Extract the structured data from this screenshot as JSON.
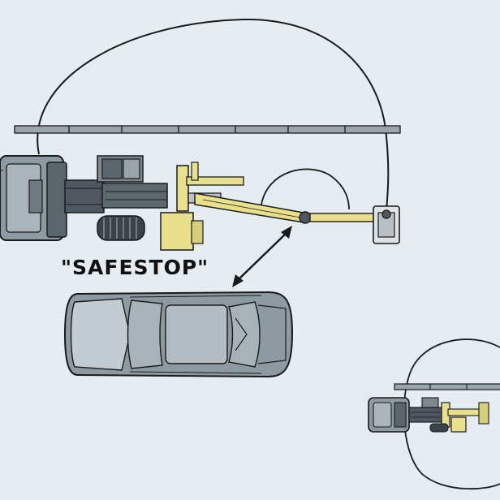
{
  "diagram": {
    "label": "\"SAFESTOP\"",
    "colors": {
      "background": "#e6edf2",
      "line": "#1a1a1a",
      "vehicle_fill": "#8d9aa2",
      "vehicle_light": "#c3ccd2",
      "arm_yellow": "#e8e08a",
      "tractor_dark": "#4f5860",
      "rail_fill": "#9aa4ab"
    },
    "icons": [
      "tractor",
      "mower-boom",
      "car",
      "safety-rail",
      "tractor-small"
    ]
  }
}
